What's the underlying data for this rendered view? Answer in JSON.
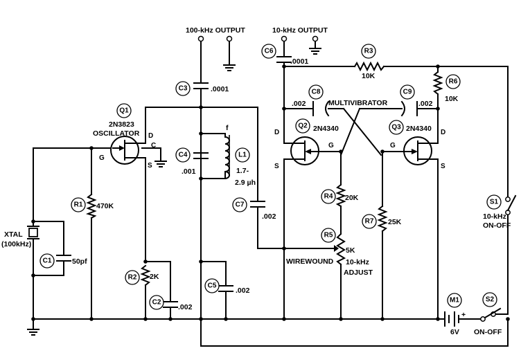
{
  "outputs": {
    "out100": "100-kHz OUTPUT",
    "out10": "10-kHz OUTPUT"
  },
  "q1": {
    "ref": "Q1",
    "part": "2N3823",
    "role": "OSCILLATOR",
    "pin_d": "D",
    "pin_c": "C",
    "pin_g": "G",
    "pin_s": "S"
  },
  "q2": {
    "ref": "Q2",
    "part": "2N4340",
    "pin_d": "D",
    "pin_g": "G",
    "pin_s": "S"
  },
  "q3": {
    "ref": "Q3",
    "part": "2N4340",
    "pin_d": "D",
    "pin_g": "G",
    "pin_s": "S"
  },
  "multivibrator": "MULTIVIBRATOR",
  "c1": {
    "ref": "C1",
    "value": "50pf"
  },
  "c2": {
    "ref": "C2",
    "value": ".002"
  },
  "c3": {
    "ref": "C3",
    "value": ".0001"
  },
  "c4": {
    "ref": "C4",
    "value": ".001"
  },
  "c5": {
    "ref": "C5",
    "value": ".002"
  },
  "c6": {
    "ref": "C6",
    "value": ".0001"
  },
  "c7": {
    "ref": "C7",
    "value": ".002"
  },
  "c8": {
    "ref": "C8",
    "value": ".002"
  },
  "c9": {
    "ref": "C9",
    "value": ".002"
  },
  "r1": {
    "ref": "R1",
    "value": "470K"
  },
  "r2": {
    "ref": "R2",
    "value": "2K"
  },
  "r3": {
    "ref": "R3",
    "value": "10K"
  },
  "r4": {
    "ref": "R4",
    "value": "20K"
  },
  "r5": {
    "ref": "R5",
    "value": "5K",
    "note1": "10-kHz",
    "note2": "ADJUST",
    "type": "WIREWOUND"
  },
  "r6": {
    "ref": "R6",
    "value": "10K"
  },
  "r7": {
    "ref": "R7",
    "value": "25K"
  },
  "l1": {
    "ref": "L1",
    "value1": "1.7-",
    "value2": "2.9 µh",
    "mark": "f"
  },
  "xtal": {
    "name": "XTAL",
    "freq": "(100kHz)"
  },
  "s1": {
    "ref": "S1",
    "label1": "10-kHz",
    "label2": "ON-OFF"
  },
  "s2": {
    "ref": "S2",
    "label": "ON-OFF"
  },
  "m1": {
    "ref": "M1",
    "value": "6V",
    "plus": "+"
  }
}
